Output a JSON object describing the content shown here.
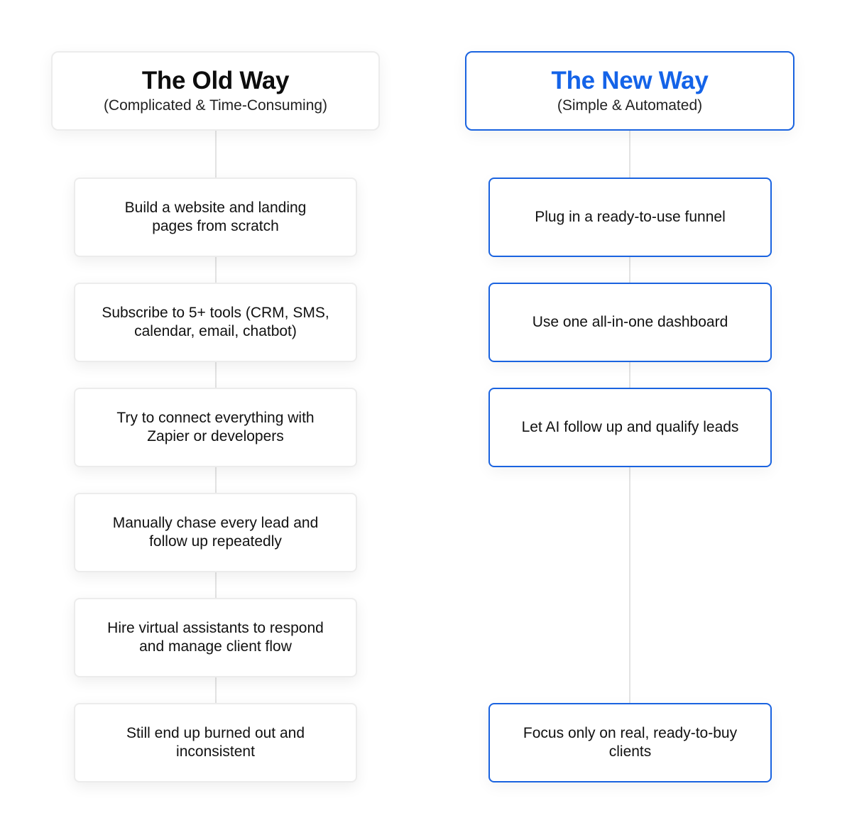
{
  "old_way": {
    "title": "The Old Way",
    "subtitle": "(Complicated & Time-Consuming)",
    "steps": [
      "Build a website and landing pages from scratch",
      "Subscribe to 5+ tools (CRM, SMS, calendar, email, chatbot)",
      "Try to connect everything with Zapier or developers",
      "Manually chase every lead and follow up repeatedly",
      "Hire virtual assistants to respond and manage client flow",
      "Still end up burned out and inconsistent"
    ]
  },
  "new_way": {
    "title": "The New Way",
    "subtitle": "(Simple & Automated)",
    "steps": [
      "Plug in a ready-to-use funnel",
      "Use one all-in-one dashboard",
      "Let AI follow up and qualify leads",
      "Focus only on real, ready-to-buy clients"
    ]
  },
  "colors": {
    "accent": "#1463e8",
    "border_neutral": "#ececec",
    "connector": "#e3e3e3"
  }
}
